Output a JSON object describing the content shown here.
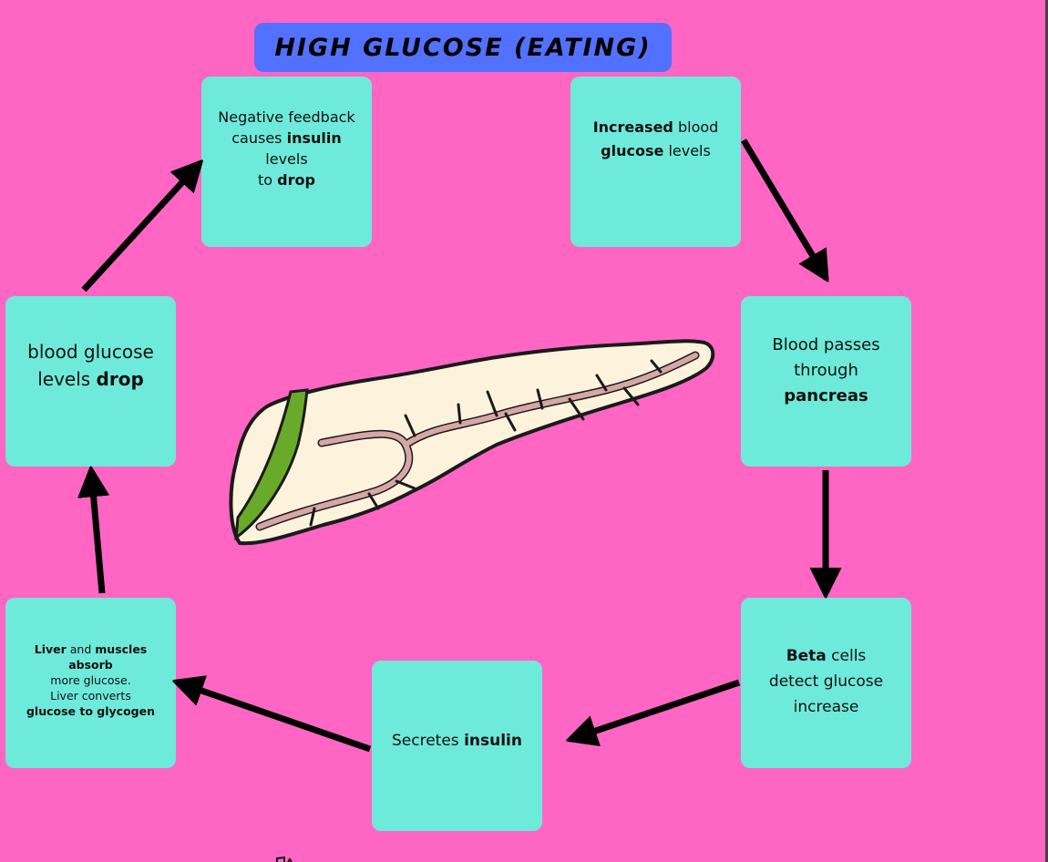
{
  "title": "HIGH GLUCOSE (EATING)",
  "colors": {
    "background": "#ff66c4",
    "title_bg": "#5271ff",
    "box_bg": "#6eeadb",
    "arrow": "#000000"
  },
  "steps": [
    {
      "id": "negative-feedback",
      "lines": [
        [
          {
            "t": "Negative feedback",
            "b": false
          }
        ],
        [
          {
            "t": "causes ",
            "b": false
          },
          {
            "t": "insulin",
            "b": true
          }
        ],
        [
          {
            "t": "levels",
            "b": false
          }
        ],
        [
          {
            "t": "to ",
            "b": false
          },
          {
            "t": "drop",
            "b": true
          }
        ]
      ]
    },
    {
      "id": "increased-glucose",
      "lines": [
        [
          {
            "t": "Increased",
            "b": true
          },
          {
            "t": " blood",
            "b": false
          }
        ],
        [
          {
            "t": "glucose",
            "b": true
          },
          {
            "t": " levels",
            "b": false
          }
        ]
      ]
    },
    {
      "id": "blood-passes-pancreas",
      "lines": [
        [
          {
            "t": "Blood passes",
            "b": false
          }
        ],
        [
          {
            "t": "through",
            "b": false
          }
        ],
        [
          {
            "t": "pancreas",
            "b": true
          }
        ]
      ]
    },
    {
      "id": "beta-cells",
      "lines": [
        [
          {
            "t": "Beta",
            "b": true
          },
          {
            "t": " cells",
            "b": false
          }
        ],
        [
          {
            "t": "detect glucose",
            "b": false
          }
        ],
        [
          {
            "t": "increase",
            "b": false
          }
        ]
      ]
    },
    {
      "id": "secretes-insulin",
      "lines": [
        [
          {
            "t": "Secretes ",
            "b": false
          },
          {
            "t": "insulin",
            "b": true
          }
        ]
      ]
    },
    {
      "id": "liver-muscles",
      "lines": [
        [
          {
            "t": "Liver",
            "b": true
          },
          {
            "t": " and ",
            "b": false
          },
          {
            "t": "muscles",
            "b": true
          }
        ],
        [
          {
            "t": "absorb",
            "b": true
          }
        ],
        [
          {
            "t": "more glucose.",
            "b": false
          }
        ],
        [
          {
            "t": "Liver converts",
            "b": false
          }
        ],
        [
          {
            "t": "glucose to glycogen",
            "b": true
          }
        ]
      ]
    },
    {
      "id": "glucose-drops",
      "lines": [
        [
          {
            "t": "blood glucose",
            "b": false
          }
        ],
        [
          {
            "t": "levels ",
            "b": false
          },
          {
            "t": "drop",
            "b": true
          }
        ]
      ]
    }
  ],
  "illustration": {
    "subject": "pancreas-icon"
  }
}
